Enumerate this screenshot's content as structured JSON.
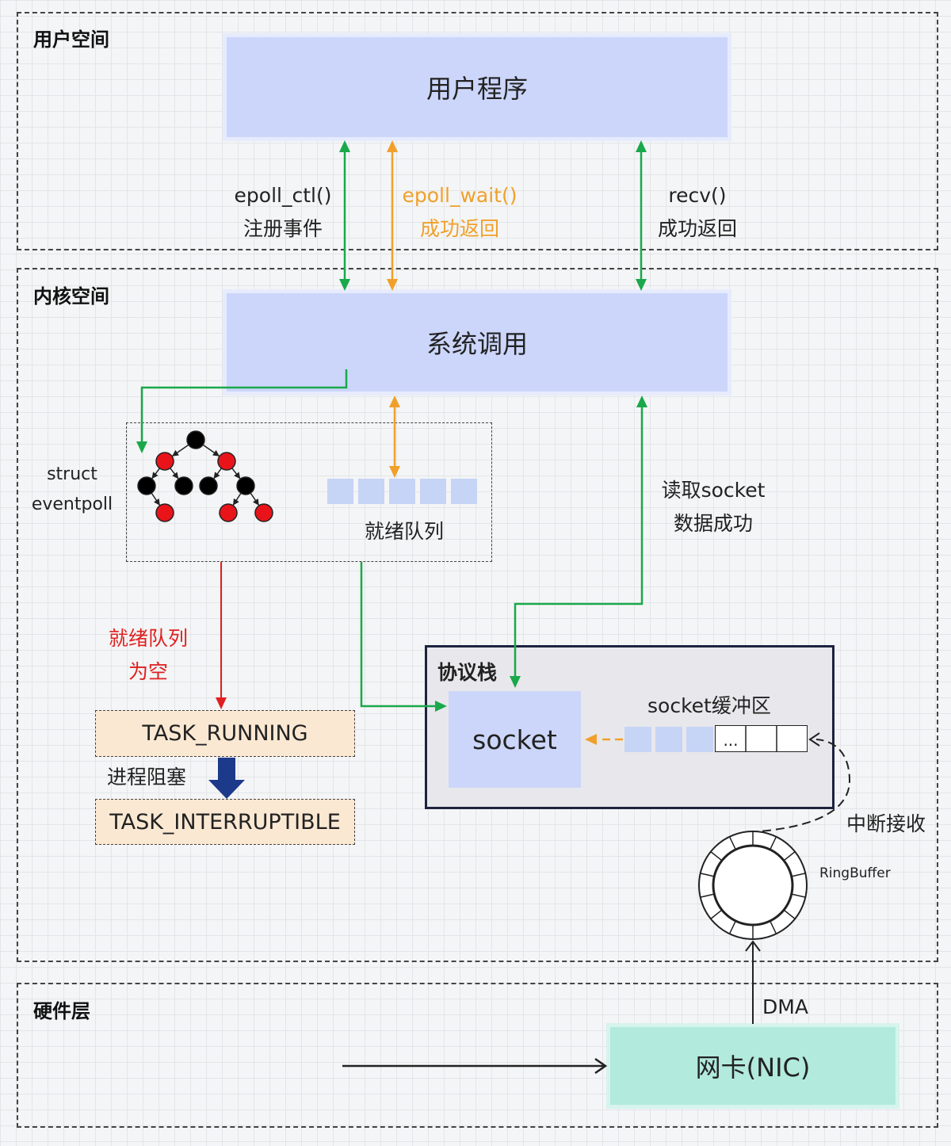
{
  "regions": {
    "user": "用户空间",
    "kernel": "内核空间",
    "hardware": "硬件层"
  },
  "boxes": {
    "user_program": "用户程序",
    "syscall": "系统调用",
    "socket": "socket",
    "nic": "网卡(NIC)",
    "task_running": "TASK_RUNNING",
    "task_interruptible": "TASK_INTERRUPTIBLE"
  },
  "labels": {
    "epoll_ctl_1": "epoll_ctl()",
    "epoll_ctl_2": "注册事件",
    "epoll_wait_1": "epoll_wait()",
    "epoll_wait_2": "成功返回",
    "recv_1": "recv()",
    "recv_2": "成功返回",
    "eventpoll_1": "struct",
    "eventpoll_2": "eventpoll",
    "ready_queue": "就绪队列",
    "read_socket_1": "读取socket",
    "read_socket_2": "数据成功",
    "queue_empty_1": "就绪队列",
    "queue_empty_2": "为空",
    "protocol_stack": "协议栈",
    "socket_buffer": "socket缓冲区",
    "buffer_ellipsis": "...",
    "process_block": "进程阻塞",
    "interrupt_receive": "中断接收",
    "ringbuffer": "RingBuffer",
    "dma": "DMA"
  },
  "colors": {
    "green": "#1aa84b",
    "orange": "#f0a02a",
    "red": "#e02020",
    "navy": "#1d3a8a",
    "blue_box": "#ccd6fa",
    "task_box": "#fbe8d3",
    "nic_box": "#b2eadd"
  }
}
